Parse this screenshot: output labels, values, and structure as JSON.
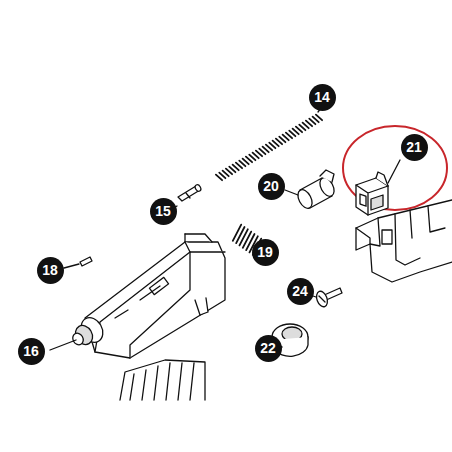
{
  "diagram": {
    "labels": [
      "14",
      "21",
      "15",
      "20",
      "19",
      "18",
      "24",
      "16",
      "22"
    ]
  }
}
